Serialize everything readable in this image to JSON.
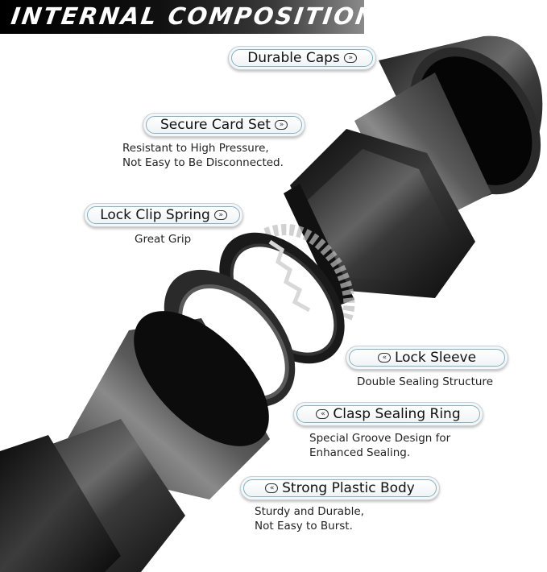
{
  "header": {
    "title": "INTERNAL COMPOSITION"
  },
  "colors": {
    "pill_border": "#7fb3c4",
    "pill_bg": "#f4f6f7",
    "text": "#111111",
    "header_bg": "#000000"
  },
  "callouts": [
    {
      "label": "Durable Caps",
      "icon": "double-chevron-right-icon",
      "glyph": "»",
      "description": []
    },
    {
      "label": "Secure Card Set",
      "icon": "double-chevron-right-icon",
      "glyph": "»",
      "description": [
        "Resistant to High Pressure,",
        "Not Easy to Be Disconnected."
      ]
    },
    {
      "label": "Lock Clip Spring",
      "icon": "double-chevron-right-icon",
      "glyph": "»",
      "description": [
        "Great Grip"
      ]
    },
    {
      "label": "Lock Sleeve",
      "icon": "double-chevron-left-icon",
      "glyph": "«",
      "description": [
        "Double Sealing Structure"
      ]
    },
    {
      "label": "Clasp Sealing Ring",
      "icon": "double-chevron-left-icon",
      "glyph": "«",
      "description": [
        "Special Groove Design for",
        "Enhanced Sealing."
      ]
    },
    {
      "label": "Strong Plastic Body",
      "icon": "double-chevron-left-icon",
      "glyph": "«",
      "description": [
        "Sturdy and Durable,",
        "Not Easy to Burst."
      ]
    }
  ]
}
